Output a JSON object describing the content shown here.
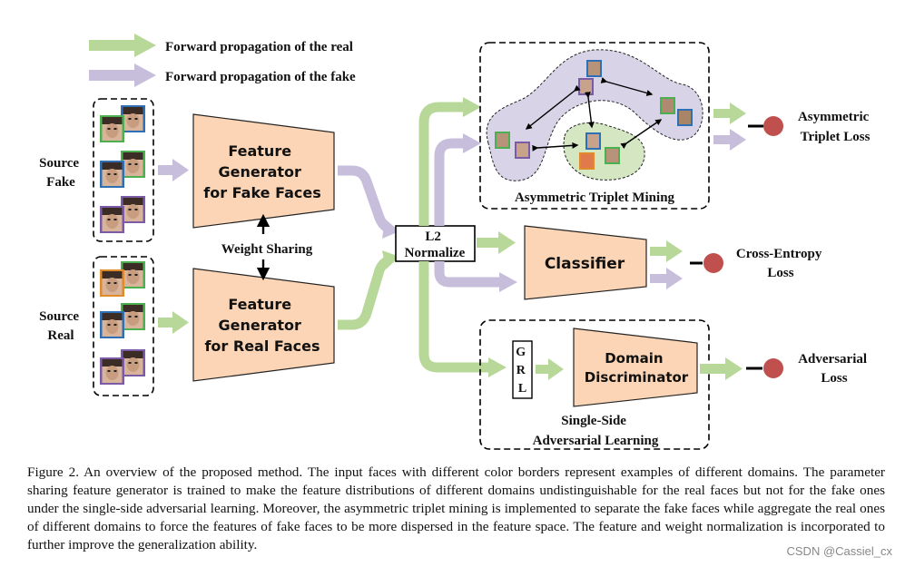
{
  "legend": {
    "real": "Forward propagation of the real",
    "fake": "Forward propagation of the fake"
  },
  "inputs": {
    "fake": [
      "Source",
      "Fake"
    ],
    "real": [
      "Source",
      "Real"
    ]
  },
  "generator_fake": [
    "Feature",
    "Generator",
    "for Fake Faces"
  ],
  "generator_real": [
    "Feature",
    "Generator",
    "for Real Faces"
  ],
  "weight_sharing": "Weight Sharing",
  "normalize": [
    "L2",
    "Normalize"
  ],
  "triplet_mining": "Asymmetric Triplet Mining",
  "classifier": "Classifier",
  "grl": [
    "G",
    "R",
    "L"
  ],
  "discriminator": [
    "Domain",
    "Discriminator"
  ],
  "adversarial_learning": [
    "Single-Side",
    "Adversarial Learning"
  ],
  "losses": {
    "triplet": [
      "Asymmetric",
      "Triplet Loss"
    ],
    "cross_entropy": [
      "Cross-Entropy",
      "Loss"
    ],
    "adversarial": [
      "Adversarial",
      "Loss"
    ]
  },
  "caption": "Figure 2. An overview of the proposed method. The input faces with different color borders represent examples of different domains. The parameter sharing feature generator is trained to make the feature distributions of different domains undistinguishable for the real faces but not for the fake ones under the single-side adversarial learning. Moreover, the asymmetric triplet mining is implemented to separate the fake faces while aggregate the real ones of different domains to force the features of fake faces to be more dispersed in the feature space. The feature and weight normalization is incorporated to further improve the generalization ability.",
  "watermark": "CSDN @Cassiel_cx",
  "colors": {
    "real_arrow": "#b8d89a",
    "fake_arrow": "#c7bedc",
    "block_fill": "#fbd5b5",
    "fake_cluster": "#d9d3e8",
    "real_cluster": "#d4e7c2",
    "loss_dot": "#c0504d",
    "domain_green": "#4caf50",
    "domain_blue": "#2e6fb5",
    "domain_purple": "#7b5aa6"
  }
}
